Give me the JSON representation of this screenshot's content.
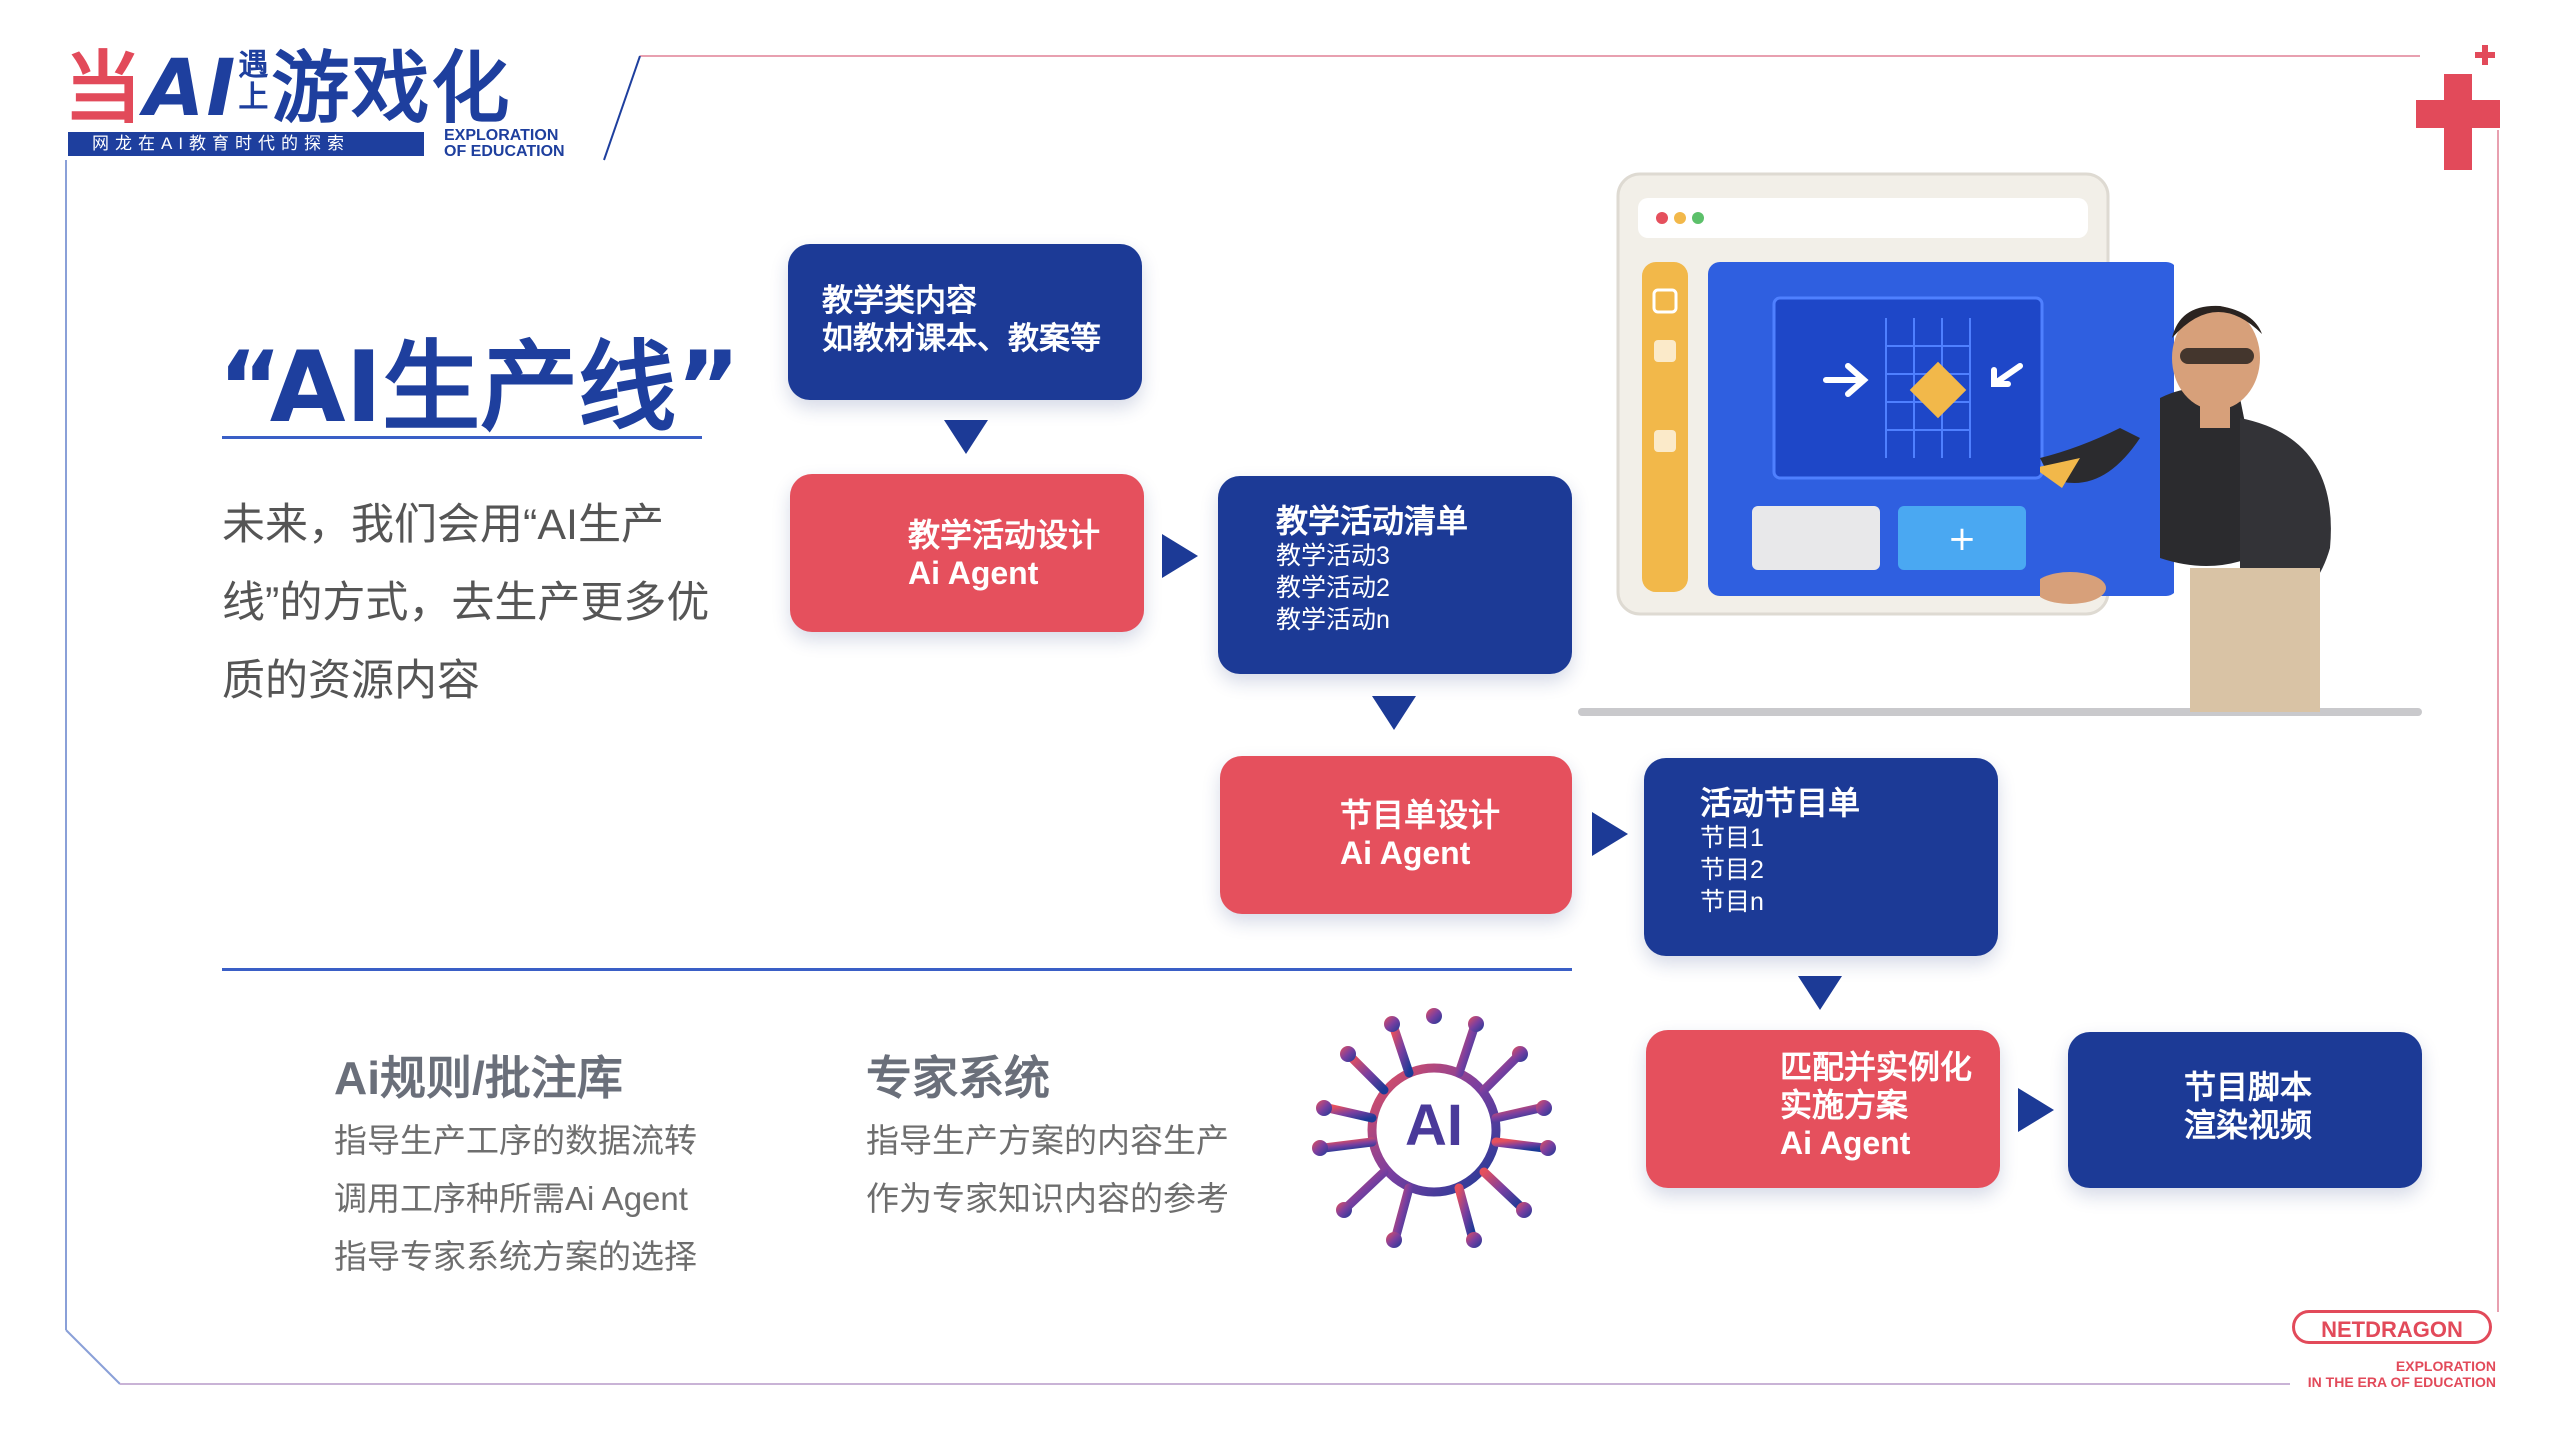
{
  "logo": {
    "title_part1": "当",
    "title_ai": "AI",
    "title_stack_top": "遇",
    "title_stack_bottom": "上",
    "title_part2": "游戏化",
    "band_text": "网龙在AI教育时代的探索",
    "en_line1": "EXPLORATION",
    "en_line2": "OF EDUCATION"
  },
  "title": {
    "main": "“AI生产线”",
    "description": "未来，我们会用“AI生产线”的方式，去生产更多优质的资源内容"
  },
  "flow": {
    "box1": {
      "line1": "教学类内容",
      "line2": "如教材课本、教案等"
    },
    "box2": {
      "line1": "教学活动设计",
      "line2": "Ai Agent"
    },
    "box3": {
      "title": "教学活动清单",
      "items": [
        "教学活动3",
        "教学活动2",
        "教学活动n"
      ]
    },
    "box4": {
      "line1": "节目单设计",
      "line2": "Ai Agent"
    },
    "box5": {
      "title": "活动节目单",
      "items": [
        "节目1",
        "节目2",
        "节目n"
      ]
    },
    "box6": {
      "line1": "匹配并实例化",
      "line2": "实施方案",
      "line3": "Ai Agent"
    },
    "box7": {
      "line1": "节目脚本",
      "line2": "渲染视频"
    }
  },
  "bottom": {
    "section1": {
      "title": "Ai规则/批注库",
      "lines": [
        "指导生产工序的数据流转",
        "调用工序种所需Ai Agent",
        "指导专家系统方案的选择"
      ]
    },
    "section2": {
      "title": "专家系统",
      "lines": [
        "指导生产方案的内容生产",
        "作为专家知识内容的参考"
      ]
    },
    "ai_chip_label": "AI"
  },
  "illustration": {
    "plus_label": "+"
  },
  "footer": {
    "brand": "NETDRAGON",
    "sub1": "EXPLORATION",
    "sub2": "IN THE ERA OF EDUCATION"
  },
  "colors": {
    "navy": "#1c3a96",
    "red": "#e5505d",
    "accent_line": "#3a5fc6"
  }
}
